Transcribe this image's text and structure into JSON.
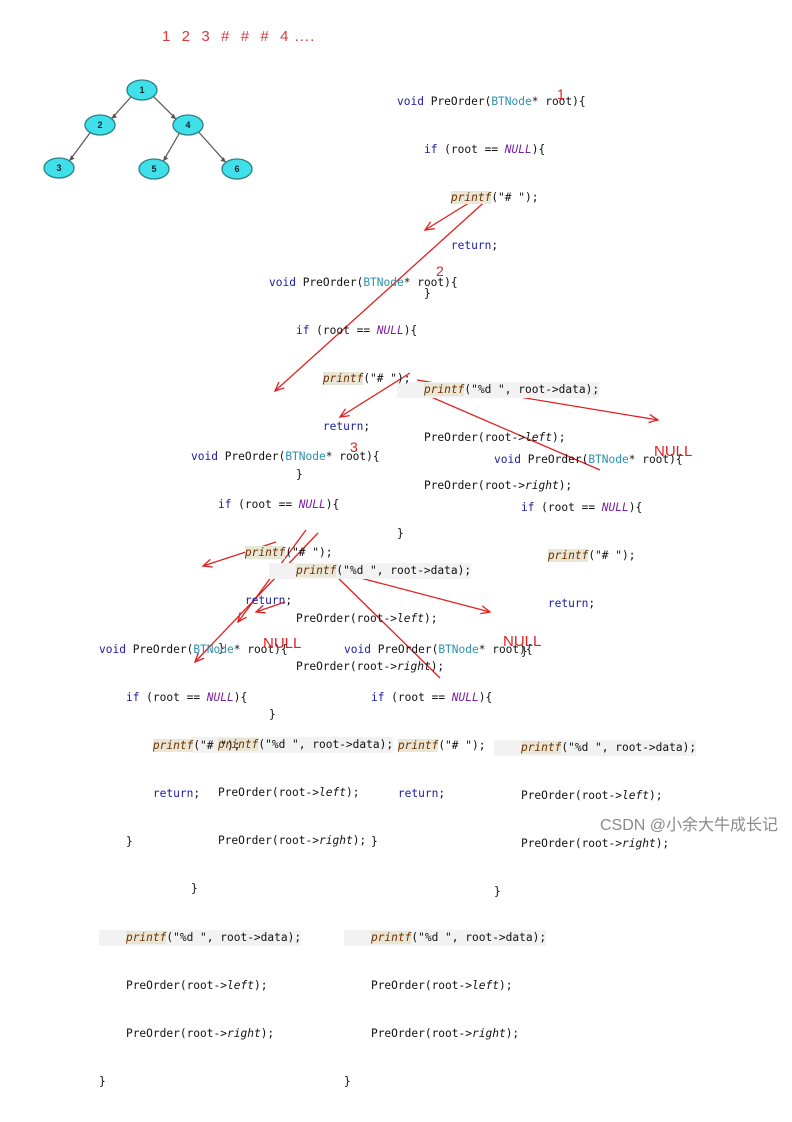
{
  "sequence": "1  2  3  #  #  #  4 ....",
  "tree": {
    "nodes": [
      {
        "id": "n1",
        "label": "1"
      },
      {
        "id": "n2",
        "label": "2"
      },
      {
        "id": "n3",
        "label": "3"
      },
      {
        "id": "n4",
        "label": "4"
      },
      {
        "id": "n5",
        "label": "5"
      },
      {
        "id": "n6",
        "label": "6"
      }
    ],
    "edges": [
      [
        "n1",
        "n2"
      ],
      [
        "n1",
        "n4"
      ],
      [
        "n2",
        "n3"
      ],
      [
        "n4",
        "n5"
      ],
      [
        "n4",
        "n6"
      ]
    ]
  },
  "code": {
    "sig_void": "void",
    "sig_func": " PreOrder(",
    "sig_type": "BTNode",
    "sig_rest": "* root){",
    "if_kw": "if",
    "if_open": " (root == ",
    "null_kw": "NULL",
    "if_close": "){",
    "printf_fn": "printf",
    "printf_hash_arg": "(\"# \");",
    "return_kw": "return",
    "return_semi": ";",
    "brace_close": "}",
    "printf_data_arg": "(\"%d \", root->data);",
    "call_left_a": "PreOrder(root->",
    "left_kw": "left",
    "call_end": ");",
    "call_right_a": "PreOrder(root->",
    "right_kw": "right"
  },
  "annotations": {
    "step1": "1",
    "step2": "2",
    "step3": "3",
    "null_label": "NULL"
  },
  "colors": {
    "arrow": "#e02020",
    "node_fill": "#3fe0ea",
    "keyword": "#1a1aa6",
    "type": "#2b91af"
  },
  "watermark": "CSDN @小余大牛成长记"
}
